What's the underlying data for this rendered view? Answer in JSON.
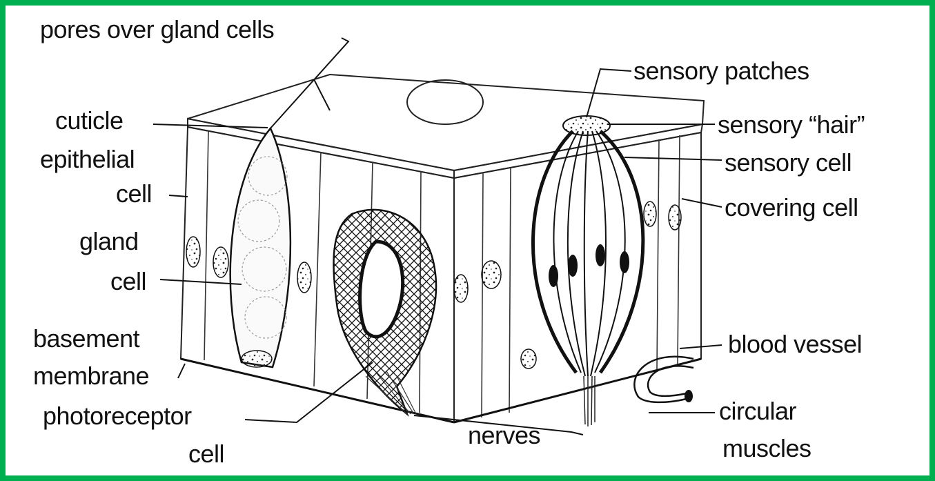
{
  "colors": {
    "frame": "#00b050",
    "background": "#ffffff",
    "ink": "#111111"
  },
  "labels": {
    "pores_over_gland_cells": "pores over gland cells",
    "cuticle": "cuticle",
    "epithelial": "epithelial",
    "epithelial_cell": "cell",
    "gland": "gland",
    "gland_cell": "cell",
    "basement": "basement",
    "membrane": "membrane",
    "photoreceptor": "photoreceptor",
    "photoreceptor_cell": "cell",
    "nerves": "nerves",
    "sensory_patches": "sensory patches",
    "sensory_hair": "sensory “hair”",
    "sensory_cell": "sensory cell",
    "covering_cell": "covering cell",
    "blood_vessel": "blood vessel",
    "circular": "circular",
    "muscles": "muscles"
  }
}
